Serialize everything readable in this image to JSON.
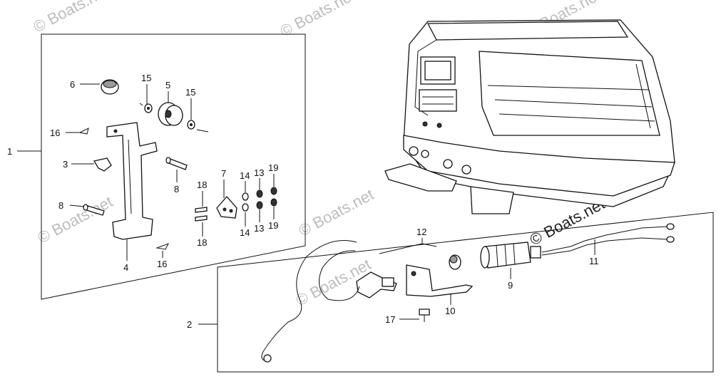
{
  "diagram": {
    "callouts": {
      "c1": "1",
      "c2": "2",
      "c3": "3",
      "c4": "4",
      "c5": "5",
      "c6": "6",
      "c7": "7",
      "c8a": "8",
      "c8b": "8",
      "c9": "9",
      "c10": "10",
      "c11": "11",
      "c12": "12",
      "c13a": "13",
      "c13b": "13",
      "c14a": "14",
      "c14b": "14",
      "c15a": "15",
      "c15b": "15",
      "c16a": "16",
      "c16b": "16",
      "c17": "17",
      "c18a": "18",
      "c18b": "18",
      "c19a": "19",
      "c19b": "19"
    },
    "watermarks": {
      "w1": "© Boats.net",
      "w2": "© Boats.net",
      "w3": "© Boats.net",
      "w4": "© Boats.net",
      "w5": "© Boats.net",
      "w6": "© Boats.net",
      "w7": "© Boats.net"
    }
  }
}
